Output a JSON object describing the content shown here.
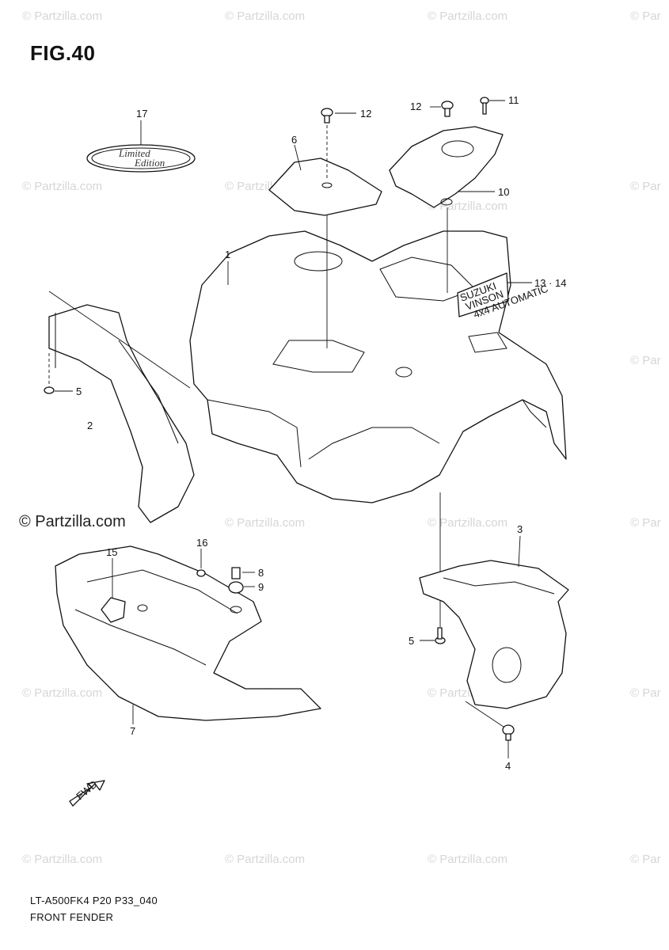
{
  "figure": {
    "title": "FIG.40",
    "code": "LT-A500FK4 P20 P33_040",
    "name": "FRONT FENDER"
  },
  "watermark": {
    "text": "© Partzilla.com",
    "partial_text": "© Par",
    "large_text": "© Partzilla.com"
  },
  "callouts": {
    "c1": "1",
    "c2": "2",
    "c3": "3",
    "c4": "4",
    "c5a": "5",
    "c5b": "5",
    "c6": "6",
    "c7": "7",
    "c8": "8",
    "c9": "9",
    "c10": "10",
    "c11": "11",
    "c12a": "12",
    "c12b": "12",
    "c13_14": "13 · 14",
    "c15": "15",
    "c16": "16",
    "c17": "17"
  },
  "emblem": {
    "line1": "Limited",
    "line2": "Edition"
  },
  "decal": {
    "brand": "SUZUKI",
    "model": "VINSON",
    "sub": "4x4 AUTOMATIC"
  },
  "fwd_label": "FWD"
}
